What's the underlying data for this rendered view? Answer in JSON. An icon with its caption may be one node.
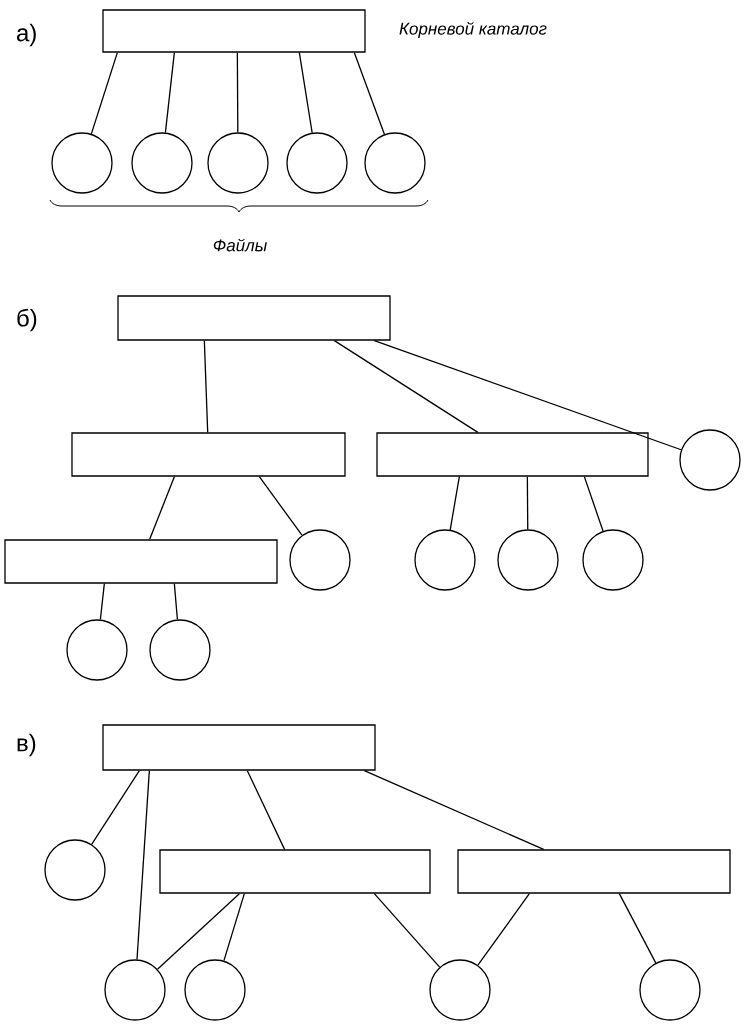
{
  "diagram": {
    "nodes": [
      {
        "text": [],
        "shape": "box",
        "beside": [
          "Корневой каталог"
        ]
      },
      {
        "text": [],
        "shape": "circle"
      },
      {
        "text": [],
        "shape": "circle"
      },
      {
        "text": [],
        "shape": "circle"
      },
      {
        "text": [],
        "shape": "circle"
      },
      {
        "text": [],
        "shape": "circle"
      },
      {
        "text": [],
        "shape": "box"
      },
      {
        "text": [],
        "shape": "box"
      },
      {
        "text": [],
        "shape": "box"
      },
      {
        "text": [],
        "shape": "circle"
      },
      {
        "text": [],
        "shape": "box"
      },
      {
        "text": [],
        "shape": "circle"
      },
      {
        "text": [],
        "shape": "circle"
      },
      {
        "text": [],
        "shape": "circle"
      },
      {
        "text": [],
        "shape": "circle"
      },
      {
        "text": [],
        "shape": "circle"
      },
      {
        "text": [],
        "shape": "circle"
      },
      {
        "text": [],
        "shape": "box"
      },
      {
        "text": [],
        "shape": "circle"
      },
      {
        "text": [],
        "shape": "box"
      },
      {
        "text": [],
        "shape": "box"
      },
      {
        "text": [],
        "shape": "circle"
      },
      {
        "text": [],
        "shape": "circle"
      },
      {
        "text": [],
        "shape": "circle"
      },
      {
        "text": [],
        "shape": "circle"
      }
    ],
    "edges": [
      {
        "from": 0,
        "to": 1,
        "arrow": "none"
      },
      {
        "from": 0,
        "to": 2,
        "arrow": "none"
      },
      {
        "from": 0,
        "to": 3,
        "arrow": "none"
      },
      {
        "from": 0,
        "to": 4,
        "arrow": "none"
      },
      {
        "from": 0,
        "to": 5,
        "arrow": "none"
      },
      {
        "from": 6,
        "to": 7,
        "arrow": "none"
      },
      {
        "from": 6,
        "to": 8,
        "arrow": "none"
      },
      {
        "from": 6,
        "to": 9,
        "arrow": "none"
      },
      {
        "from": 7,
        "to": 10,
        "arrow": "none"
      },
      {
        "from": 7,
        "to": 11,
        "arrow": "none"
      },
      {
        "from": 8,
        "to": 12,
        "arrow": "none"
      },
      {
        "from": 8,
        "to": 13,
        "arrow": "none"
      },
      {
        "from": 8,
        "to": 14,
        "arrow": "none"
      },
      {
        "from": 10,
        "to": 15,
        "arrow": "none"
      },
      {
        "from": 10,
        "to": 16,
        "arrow": "none"
      },
      {
        "from": 17,
        "to": 18,
        "arrow": "none"
      },
      {
        "from": 17,
        "to": 21,
        "arrow": "none"
      },
      {
        "from": 17,
        "to": 19,
        "arrow": "none"
      },
      {
        "from": 17,
        "to": 20,
        "arrow": "none"
      },
      {
        "from": 19,
        "to": 21,
        "arrow": "none"
      },
      {
        "from": 19,
        "to": 22,
        "arrow": "none"
      },
      {
        "from": 19,
        "to": 23,
        "arrow": "none"
      },
      {
        "from": 20,
        "to": 23,
        "arrow": "none"
      },
      {
        "from": 20,
        "to": 24,
        "arrow": "none"
      }
    ],
    "labels": [
      "а)",
      "Файлы",
      "б)",
      "в)"
    ]
  }
}
